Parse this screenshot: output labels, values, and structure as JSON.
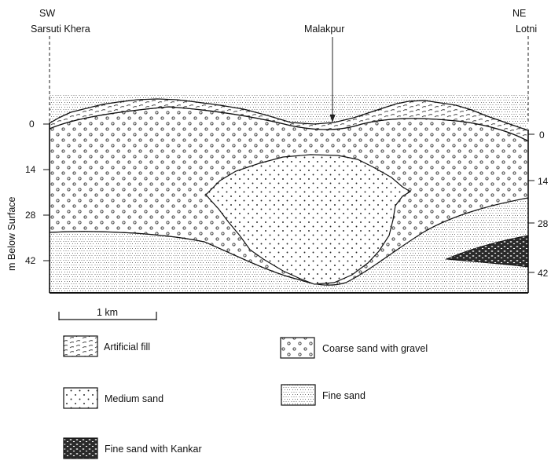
{
  "section": {
    "direction_left": "SW",
    "direction_right": "NE",
    "place_left": "Sarsuti Khera",
    "place_middle": "Malakpur",
    "place_right": "Lotni",
    "axis_label": "m Below Surface",
    "depth_ticks": [
      "0",
      "14",
      "28",
      "42"
    ]
  },
  "scale_bar": {
    "label": "1 km"
  },
  "legend": [
    {
      "key": "fill",
      "label": "Artificial fill"
    },
    {
      "key": "coarse",
      "label": "Coarse sand with gravel"
    },
    {
      "key": "medium",
      "label": "Medium sand"
    },
    {
      "key": "fine",
      "label": "Fine sand"
    },
    {
      "key": "kankar",
      "label": "Fine sand with Kankar"
    }
  ]
}
